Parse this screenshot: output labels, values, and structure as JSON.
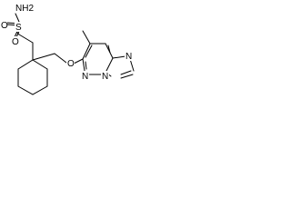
{
  "molecule": {
    "labels": {
      "nh2": "NH2",
      "s": "S",
      "o_top": "O",
      "o_bottom": "O",
      "o_ether": "O",
      "n_1": "N",
      "n_2": "N",
      "n_3": "N"
    },
    "colors": {
      "bond": "#000000",
      "text": "#000000",
      "background": "#ffffff"
    }
  }
}
